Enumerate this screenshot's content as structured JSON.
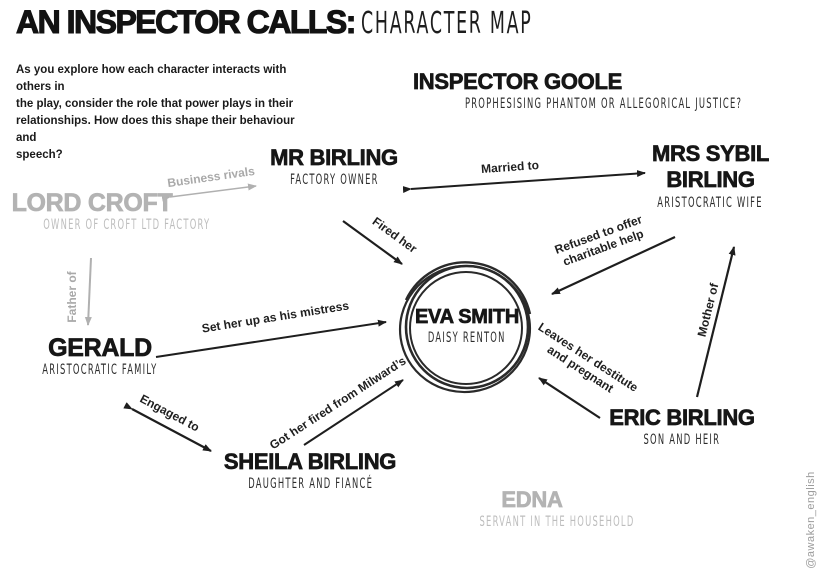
{
  "page": {
    "title_main": "AN INSPECTOR CALLS:",
    "title_sub": "CHARACTER MAP",
    "intro_lines": [
      "As you explore how each character interacts with others in",
      "the play, consider the role that power plays in their",
      "relationships. How does this shape their behaviour and",
      "speech?"
    ],
    "watermark": "@awaken_english"
  },
  "characters": {
    "inspector_goole": {
      "name": "INSPECTOR GOOLE",
      "role": "PROPHESISING PHANTOM OR ALLEGORICAL JUSTICE?"
    },
    "mr_birling": {
      "name": "MR BIRLING",
      "role": "FACTORY OWNER"
    },
    "mrs_sybil_birling": {
      "name_line1": "MRS SYBIL",
      "name_line2": "BIRLING",
      "role": "ARISTOCRATIC WIFE"
    },
    "lord_croft": {
      "name": "LORD CROFT",
      "role": "OWNER OF CROFT LTD FACTORY"
    },
    "gerald": {
      "name": "GERALD",
      "role": "ARISTOCRATIC FAMILY"
    },
    "sheila_birling": {
      "name": "SHEILA BIRLING",
      "role": "DAUGHTER AND FIANCÉ"
    },
    "eric_birling": {
      "name": "ERIC BIRLING",
      "role": "SON AND HEIR"
    },
    "edna": {
      "name": "EDNA",
      "role": "SERVANT IN THE HOUSEHOLD"
    },
    "eva_smith": {
      "name": "EVA SMITH",
      "role": "DAISY RENTON"
    }
  },
  "relationships": {
    "business_rivals": "Business rivals",
    "married_to": "Married to",
    "fired_her": "Fired her",
    "refused_charitable_help": "Refused to offer charitable help",
    "father_of": "Father of",
    "set_up_as_mistress": "Set her up as his mistress",
    "mother_of": "Mother of",
    "engaged_to": "Engaged to",
    "got_her_fired": "Got her fired from Milward’s",
    "leaves_destitute": "Leaves her destitute and pregnant"
  },
  "colors": {
    "ink": "#1c1c1c",
    "muted": "#b1b1b1"
  }
}
